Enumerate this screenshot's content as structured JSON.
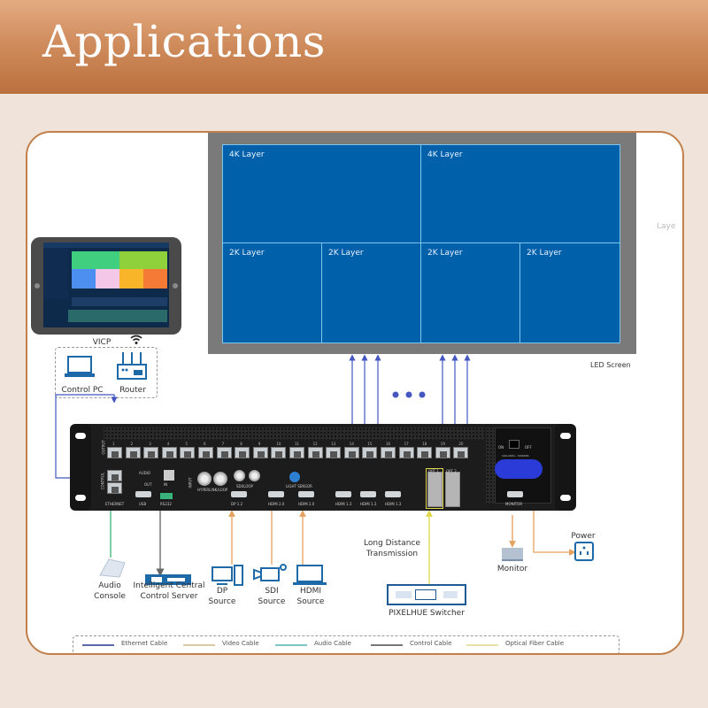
{
  "header": {
    "title": "Applications"
  },
  "led_screen": {
    "label": "LED Screen",
    "layers": [
      {
        "label": "4K Layer"
      },
      {
        "label": "4K Layer"
      },
      {
        "label": "2K Layer"
      },
      {
        "label": "2K Layer"
      },
      {
        "label": "2K Layer"
      },
      {
        "label": "2K Layer"
      }
    ],
    "panel_color": "#0060aa",
    "frame_color": "#7a7a7a"
  },
  "cut_off_text": "Laye",
  "vicp": {
    "title": "VICP",
    "devices": [
      {
        "label": "Control PC"
      },
      {
        "label": "Router"
      }
    ],
    "tablet_tiles": [
      "#3fcf7f",
      "#8fd13a",
      "#4d8ff0",
      "#f4c6e8",
      "#f8b52a",
      "#f47a36"
    ]
  },
  "device": {
    "output_label": "OUTPUT",
    "control_label": "CONTROL",
    "input_label": "INPUT",
    "output_ports": [
      "1",
      "2",
      "3",
      "4",
      "5",
      "6",
      "7",
      "8",
      "9",
      "10",
      "11",
      "12",
      "13",
      "14",
      "15",
      "16",
      "17",
      "18",
      "19",
      "20"
    ],
    "control_ports": {
      "ethernet": "ETHERNET",
      "usb": "USB",
      "rs232": "RS232",
      "audio": "AUDIO",
      "out": "OUT",
      "in": "IN"
    },
    "input_ports": [
      "HYPERLINK/LOOP",
      "SDI/LOOP",
      "LIGHT SENSOR",
      "DP 1.2",
      "HDMI 2.0",
      "HDMI 2.0",
      "HDMI 1.3",
      "HDMI 1.3",
      "HDMI 1.3",
      "HDMI 1.3"
    ],
    "fiber_ports": [
      "OPT 1",
      "OPT 2"
    ],
    "monitor_port": "MONITOR",
    "switch_labels": [
      "ON",
      "OFF"
    ],
    "power_rating": "100-240V~ 50/60Hz"
  },
  "sources": [
    {
      "label": "Audio Console"
    },
    {
      "label": "Intelligent Central Control Server"
    },
    {
      "label": "DP Source"
    },
    {
      "label": "SDI Source"
    },
    {
      "label": "HDMI Source"
    }
  ],
  "transmission": {
    "label": "Long Distance Transmission",
    "switcher": "PIXELHUE Switcher"
  },
  "outputs": {
    "monitor": "Monitor",
    "power": "Power"
  },
  "legend": [
    {
      "label": "Ethernet Cable",
      "color": "#5a6aa8"
    },
    {
      "label": "Video Cable",
      "color": "#d9c9a6"
    },
    {
      "label": "Audio Cable",
      "color": "#7cc8c8"
    },
    {
      "label": "Control Cable",
      "color": "#777777"
    },
    {
      "label": "Optical Fiber Cable",
      "color": "#e8e2a6"
    }
  ],
  "colors": {
    "ethernet": "#4456c0",
    "video": "#e5a25e",
    "audio": "#3ab37a",
    "control": "#777777",
    "fiber": "#e0d84a",
    "accent_brown": "#c1804b",
    "icon_blue": "#1e6aa8"
  }
}
